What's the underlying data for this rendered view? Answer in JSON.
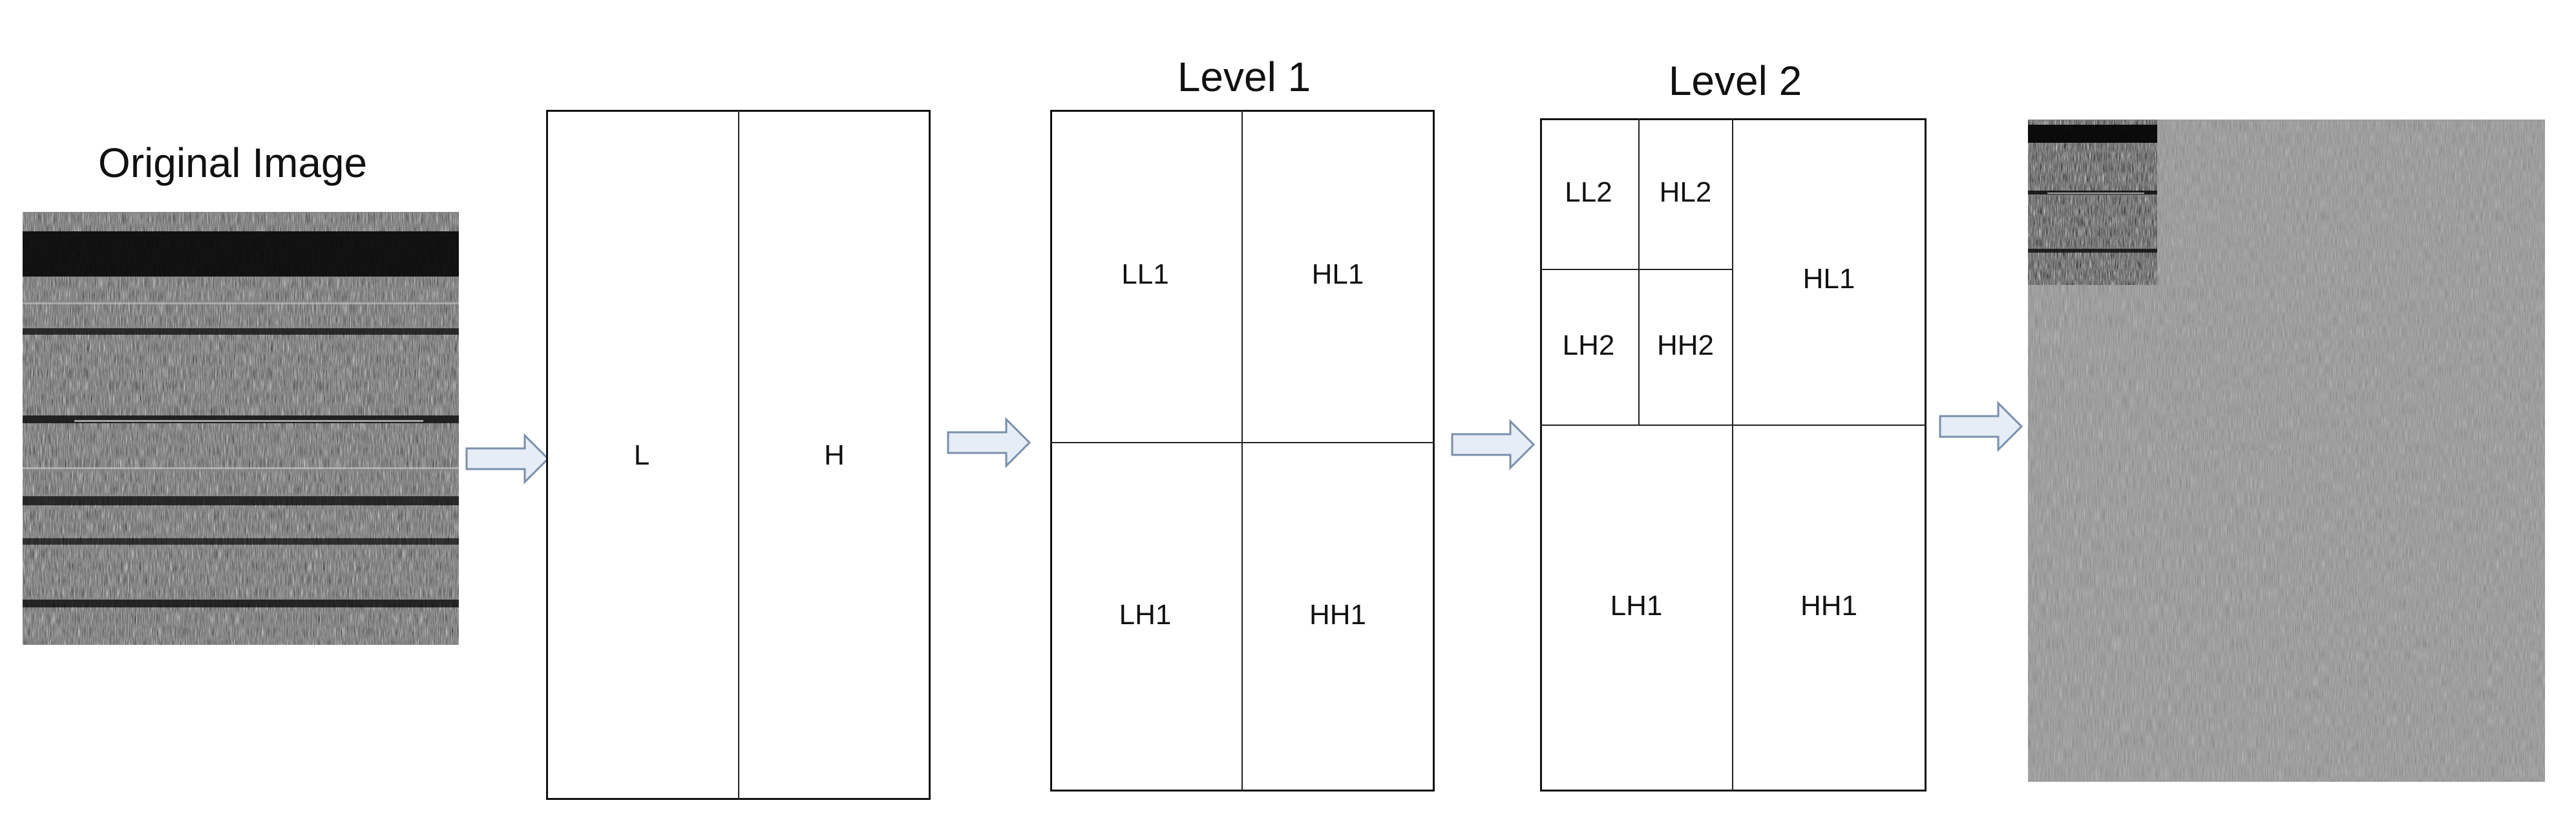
{
  "titles": {
    "original": "Original Image",
    "level1": "Level 1",
    "level2": "Level 2"
  },
  "stage0": {
    "l": "L",
    "h": "H"
  },
  "level1": {
    "ll1": "LL1",
    "hl1": "HL1",
    "lh1": "LH1",
    "hh1": "HH1"
  },
  "level2": {
    "ll2": "LL2",
    "hl2": "HL2",
    "lh2": "LH2",
    "hh2": "HH2",
    "hl1": "HL1",
    "lh1": "LH1",
    "hh1": "HH1"
  },
  "icons": {
    "arrow": "right-arrow-icon"
  },
  "colors": {
    "arrow_fill": "#e6edf6",
    "arrow_stroke": "#7a8fab",
    "line": "#111111",
    "image_gray": "#7f7f7f"
  }
}
